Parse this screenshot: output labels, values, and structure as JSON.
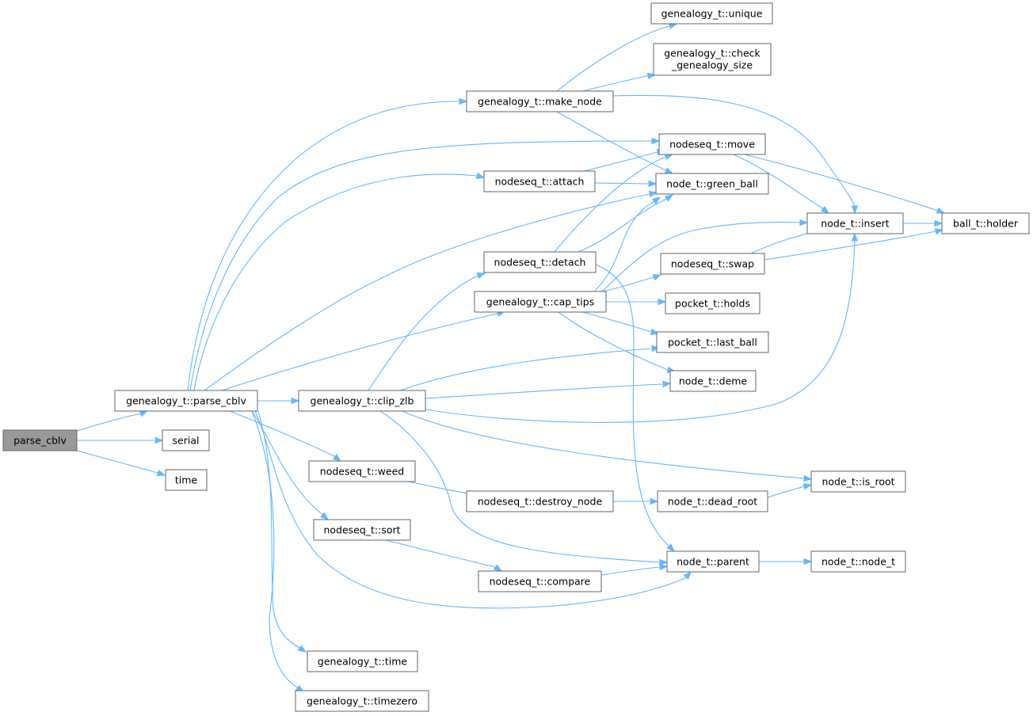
{
  "nodes": {
    "parse_cblv": "parse_cblv",
    "serial": "serial",
    "time": "time",
    "genealogy_parse_cblv": "genealogy_t::parse_cblv",
    "genealogy_unique": "genealogy_t::unique",
    "genealogy_check_l1": "genealogy_t::check",
    "genealogy_check_l2": "_genealogy_size",
    "genealogy_make_node": "genealogy_t::make_node",
    "nodeseq_move": "nodeseq_t::move",
    "nodeseq_attach": "nodeseq_t::attach",
    "node_green_ball": "node_t::green_ball",
    "node_insert": "node_t::insert",
    "ball_holder": "ball_t::holder",
    "nodeseq_detach": "nodeseq_t::detach",
    "nodeseq_swap": "nodeseq_t::swap",
    "genealogy_cap_tips": "genealogy_t::cap_tips",
    "pocket_holds": "pocket_t::holds",
    "pocket_last_ball": "pocket_t::last_ball",
    "node_deme": "node_t::deme",
    "genealogy_clip_zlb": "genealogy_t::clip_zlb",
    "nodeseq_weed": "nodeseq_t::weed",
    "node_is_root": "node_t::is_root",
    "nodeseq_destroy_node": "nodeseq_t::destroy_node",
    "node_dead_root": "node_t::dead_root",
    "nodeseq_sort": "nodeseq_t::sort",
    "node_parent": "node_t::parent",
    "node_node_t": "node_t::node_t",
    "nodeseq_compare": "nodeseq_t::compare",
    "genealogy_time": "genealogy_t::time",
    "genealogy_timezero": "genealogy_t::timezero"
  },
  "colors": {
    "edge": "#63b8ff",
    "node_border": "#666666",
    "root_fill": "#999999",
    "node_fill": "#ffffff"
  }
}
